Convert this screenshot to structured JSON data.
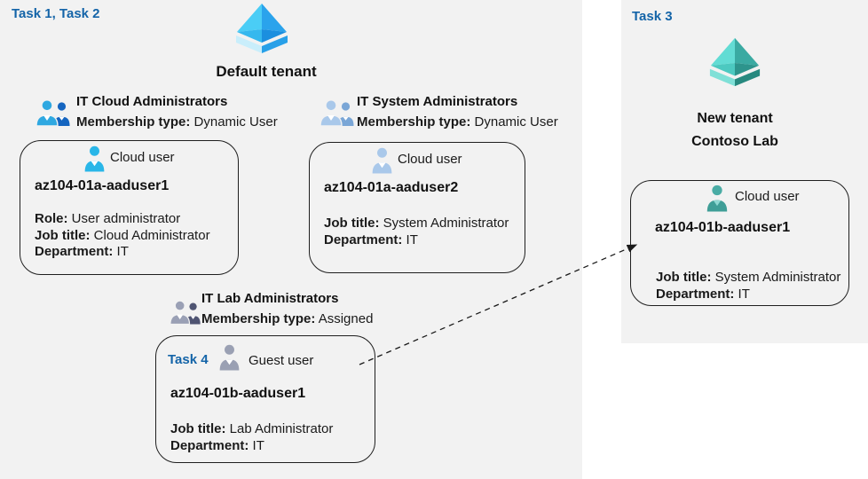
{
  "labels": {
    "task_1_2": "Task 1, Task 2",
    "task_3": "Task 3",
    "task_4": "Task 4"
  },
  "default_tenant": {
    "title": "Default tenant",
    "icon": "azure-tenant-icon-blue"
  },
  "new_tenant": {
    "title_line1": "New tenant",
    "title_line2": "Contoso Lab",
    "icon": "azure-tenant-icon-teal"
  },
  "groups": [
    {
      "name": "IT Cloud Administrators",
      "membership_label": "Membership type:",
      "membership_value": "Dynamic User",
      "icon": "group-icon-blue"
    },
    {
      "name": "IT System Administrators",
      "membership_label": "Membership type:",
      "membership_value": "Dynamic User",
      "icon": "group-icon-pale-blue"
    },
    {
      "name": "IT Lab Administrators",
      "membership_label": "Membership type:",
      "membership_value": "Assigned",
      "icon": "group-icon-gray"
    }
  ],
  "cards": [
    {
      "user_type": "Cloud user",
      "icon": "cloud-user-icon-cyan",
      "username": "az104-01a-aaduser1",
      "fields": [
        {
          "label": "Role:",
          "value": "User administrator"
        },
        {
          "label": "Job title:",
          "value": "Cloud Administrator"
        },
        {
          "label": "Department:",
          "value": "IT"
        }
      ]
    },
    {
      "user_type": "Cloud user",
      "icon": "cloud-user-icon-pale-blue",
      "username": "az104-01a-aaduser2",
      "fields": [
        {
          "label": "Job title:",
          "value": "System Administrator"
        },
        {
          "label": "Department:",
          "value": "IT"
        }
      ]
    },
    {
      "task_label": "Task 4",
      "user_type": "Guest user",
      "icon": "guest-user-icon-gray",
      "username": "az104-01b-aaduser1",
      "fields": [
        {
          "label": "Job title:",
          "value": "Lab Administrator"
        },
        {
          "label": "Department:",
          "value": "IT"
        }
      ]
    },
    {
      "user_type": "Cloud user",
      "icon": "cloud-user-icon-teal",
      "username": "az104-01b-aaduser1",
      "fields": [
        {
          "label": "Job title:",
          "value": "System Administrator"
        },
        {
          "label": "Department:",
          "value": "IT"
        }
      ]
    }
  ],
  "connector": {
    "type": "dashed-arrow",
    "from": "guest-user-card",
    "to": "new-tenant-cloud-user-card"
  },
  "colors": {
    "panel_background": "#f2f2f2",
    "task_blue": "#1464a8",
    "card_border": "#1f1f1f",
    "tenant_blue_faces": [
      "#4acdf6",
      "#35b8ee",
      "#2aa3ec",
      "#1b8fdf"
    ],
    "tenant_blue_base": [
      "#c9eefb",
      "#28a0e8"
    ],
    "tenant_teal_faces": [
      "#62dcd4",
      "#4cc9c0",
      "#3aaaa2",
      "#2d948c"
    ],
    "tenant_teal_base": [
      "#7fe0d7",
      "#27897f"
    ],
    "group_blue": [
      "#2fa8e1",
      "#1565c0"
    ],
    "group_pale_blue": [
      "#a9c8ea",
      "#7aa6d6"
    ],
    "group_gray": [
      "#9aa0b5",
      "#4f5472"
    ],
    "user_cyan": "#29b6e8",
    "user_pale_blue": "#a9c8ea",
    "user_gray": "#9aa0b3",
    "user_teal": "#3f9e97"
  }
}
